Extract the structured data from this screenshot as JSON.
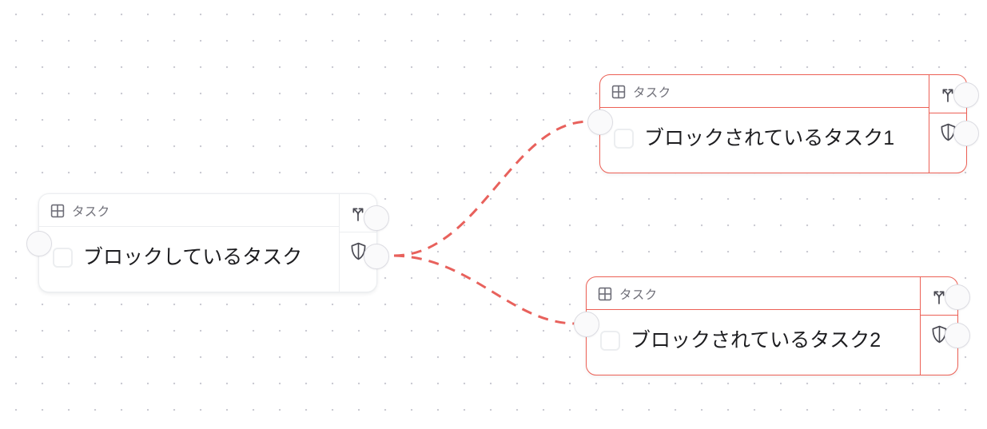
{
  "canvas": {
    "background_color": "#ffffff",
    "dot_color": "#c9c9d1",
    "dot_spacing": 33
  },
  "colors": {
    "blocking_node_border": "#eceef0",
    "blocked_node_border": "#ec6055",
    "edge_color": "#e8615c",
    "title_text": "#1d1d20",
    "type_label_text": "#707079",
    "handle_fill": "#fafafb",
    "handle_border": "#dcdce2"
  },
  "nodes": [
    {
      "id": "blocking",
      "type_label": "タスク",
      "title": "ブロックしているタスク",
      "state": "gray",
      "type_icon": "table-grid-icon",
      "checkbox_checked": false,
      "rail": [
        {
          "icon": "branch-split-icon",
          "name": "branch-split-button"
        },
        {
          "icon": "shield-icon",
          "name": "shield-button"
        }
      ],
      "handles": [
        "left-target",
        "right-source-top",
        "right-source-bottom"
      ]
    },
    {
      "id": "blocked-1",
      "type_label": "タスク",
      "title": "ブロックされているタスク1",
      "state": "red",
      "type_icon": "table-grid-icon",
      "checkbox_checked": false,
      "rail": [
        {
          "icon": "branch-split-icon",
          "name": "branch-split-button"
        },
        {
          "icon": "shield-icon",
          "name": "shield-button"
        }
      ],
      "handles": [
        "left-target",
        "right-source-top",
        "right-source-bottom"
      ]
    },
    {
      "id": "blocked-2",
      "type_label": "タスク",
      "title": "ブロックされているタスク2",
      "state": "red",
      "type_icon": "table-grid-icon",
      "checkbox_checked": false,
      "rail": [
        {
          "icon": "branch-split-icon",
          "name": "branch-split-button"
        },
        {
          "icon": "shield-icon",
          "name": "shield-button"
        }
      ],
      "handles": [
        "left-target",
        "right-source-top",
        "right-source-bottom"
      ]
    }
  ],
  "edges": [
    {
      "id": "edge-blocking-to-blocked-1",
      "from": "blocking",
      "to": "blocked-1",
      "style": "dashed",
      "color": "#e8615c"
    },
    {
      "id": "edge-blocking-to-blocked-2",
      "from": "blocking",
      "to": "blocked-2",
      "style": "dashed",
      "color": "#e8615c"
    }
  ]
}
